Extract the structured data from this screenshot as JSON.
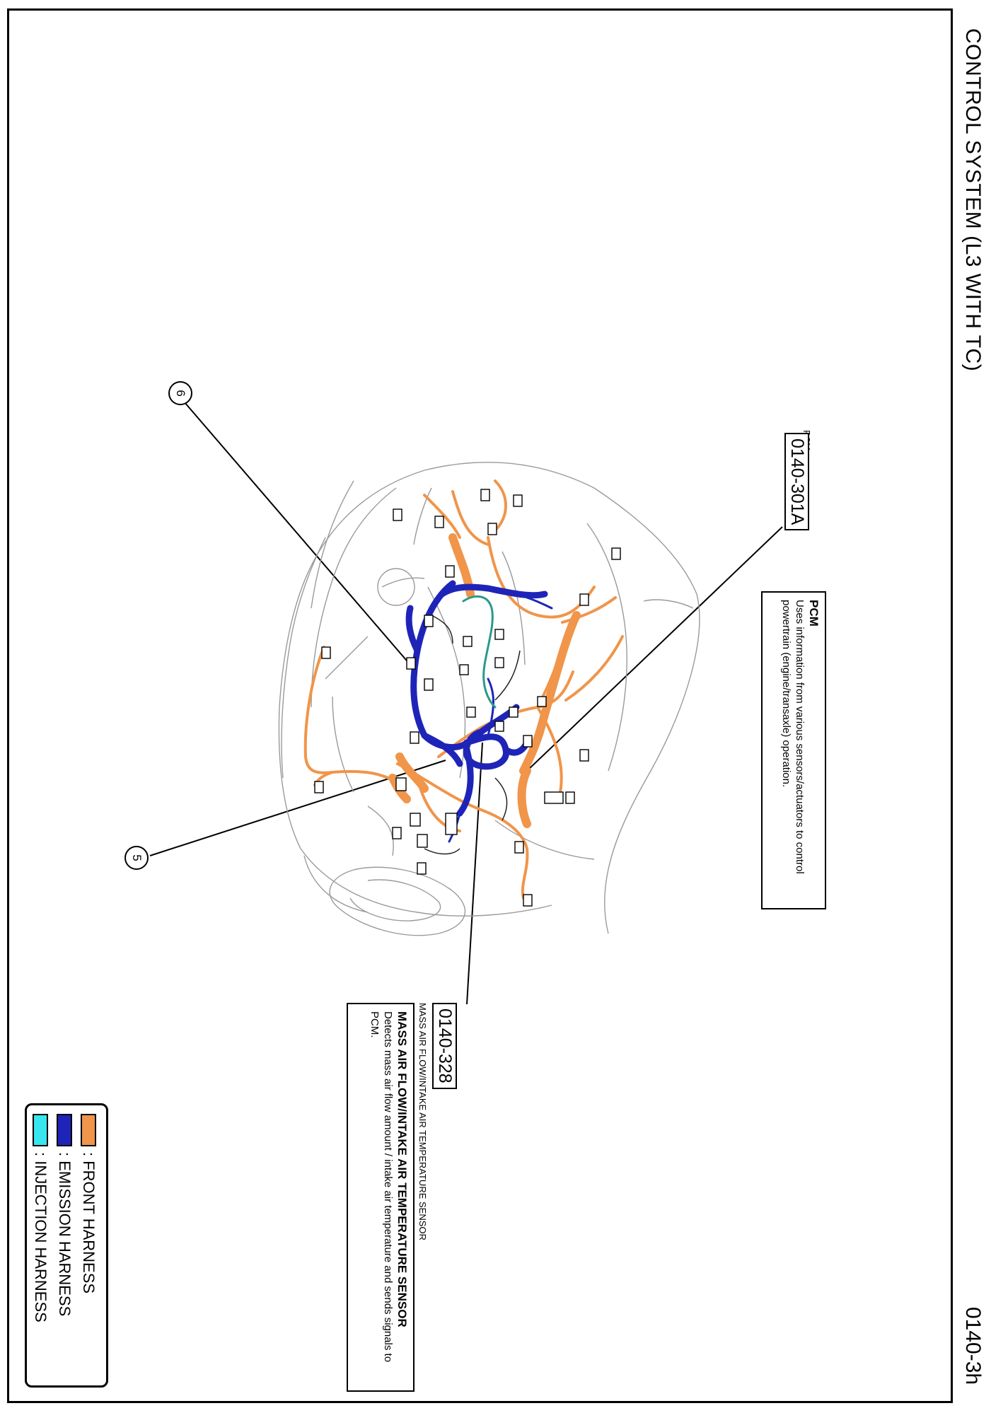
{
  "header": {
    "title": "CONTROL SYSTEM (L3 WITH TC)",
    "page_number": "0140-3h"
  },
  "components": {
    "pcm": {
      "small_label": "PCM",
      "code": "0140-301A",
      "box_title": "PCM",
      "box_text": "Uses information from various sensors/actuators to control powertrain (engine/transaxle) operation."
    },
    "maf": {
      "small_label": "MASS AIR FLOW/INTAKE AIR TEMPERATURE SENSOR",
      "code": "0140-328",
      "box_title": "MASS AIR FLOW/INTAKE AIR TEMPERATURE SENSOR",
      "box_text": "Detects mass air flow amount / intake air temperature and sends signals to PCM."
    }
  },
  "callouts": {
    "c6": "6",
    "c5": "5"
  },
  "legend": {
    "items": [
      {
        "label": ": FRONT HARNESS",
        "color": "#f0954a"
      },
      {
        "label": ": EMISSION HARNESS",
        "color": "#1f24b8"
      },
      {
        "label": ": INJECTION HARNESS",
        "color": "#38e6f0"
      }
    ]
  },
  "harness_colors": {
    "front": "#f0954a",
    "emission": "#1f24b8",
    "injection": "#2a9a8a"
  }
}
